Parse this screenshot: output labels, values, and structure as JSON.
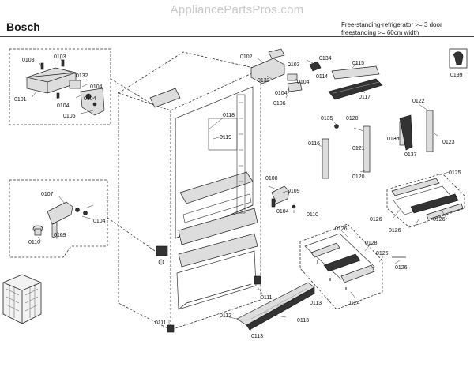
{
  "watermark": "AppliancePartsPros.com",
  "brand": "Bosch",
  "model_description": [
    "Free-standing-refrigerator >= 3 door",
    "freestanding >= 60cm width"
  ],
  "callouts": {
    "c0103a": "0103",
    "c0103b": "0103",
    "c0132": "0132",
    "c0104a": "0104",
    "c0101": "0101",
    "c0104b": "0104",
    "c0104c": "0104",
    "c0105": "0105",
    "c0102": "0102",
    "c0103c": "0103",
    "c0134": "0134",
    "c0114": "0114",
    "c0133": "0133",
    "c0104d": "0104",
    "c0104e": "0104",
    "c0106": "0106",
    "c0115": "0115",
    "c0117": "0117",
    "c0199": "0199",
    "c0118": "0118",
    "c0119": "0119",
    "c0135": "0135",
    "c0116": "0116",
    "c0120a": "0120",
    "c0121": "0121",
    "c0120b": "0120",
    "c0122": "0122",
    "c0136": "0136",
    "c0137": "0137",
    "c0123": "0123",
    "c0107": "0107",
    "c0104f": "0104",
    "c0109a": "0109",
    "c0110a": "0110",
    "c0108": "0108",
    "c0109b": "0109",
    "c0104g": "0104",
    "c0110b": "0110",
    "c0125": "0125",
    "c0126a": "0126",
    "c0126b": "0126",
    "c0126c": "0126",
    "c0126d": "0126",
    "c0128": "0128",
    "c0126e": "0126",
    "c0126f": "0126",
    "c0124": "0124",
    "c0111a": "0111",
    "c0113a": "0113",
    "c0112": "0112",
    "c0113b": "0113",
    "c0113c": "0113",
    "c0111b": "0111"
  }
}
